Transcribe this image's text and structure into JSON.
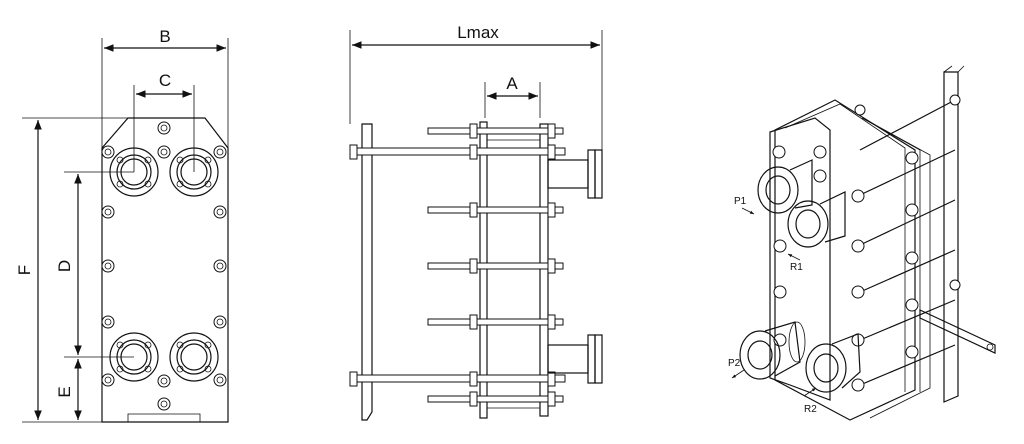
{
  "front_view": {
    "dimensions": [
      "B",
      "C",
      "F",
      "D",
      "E"
    ]
  },
  "side_view": {
    "dimensions": [
      "Lmax",
      "A"
    ]
  },
  "iso_view": {
    "ports": [
      "P1",
      "R1",
      "P2",
      "R2"
    ]
  }
}
